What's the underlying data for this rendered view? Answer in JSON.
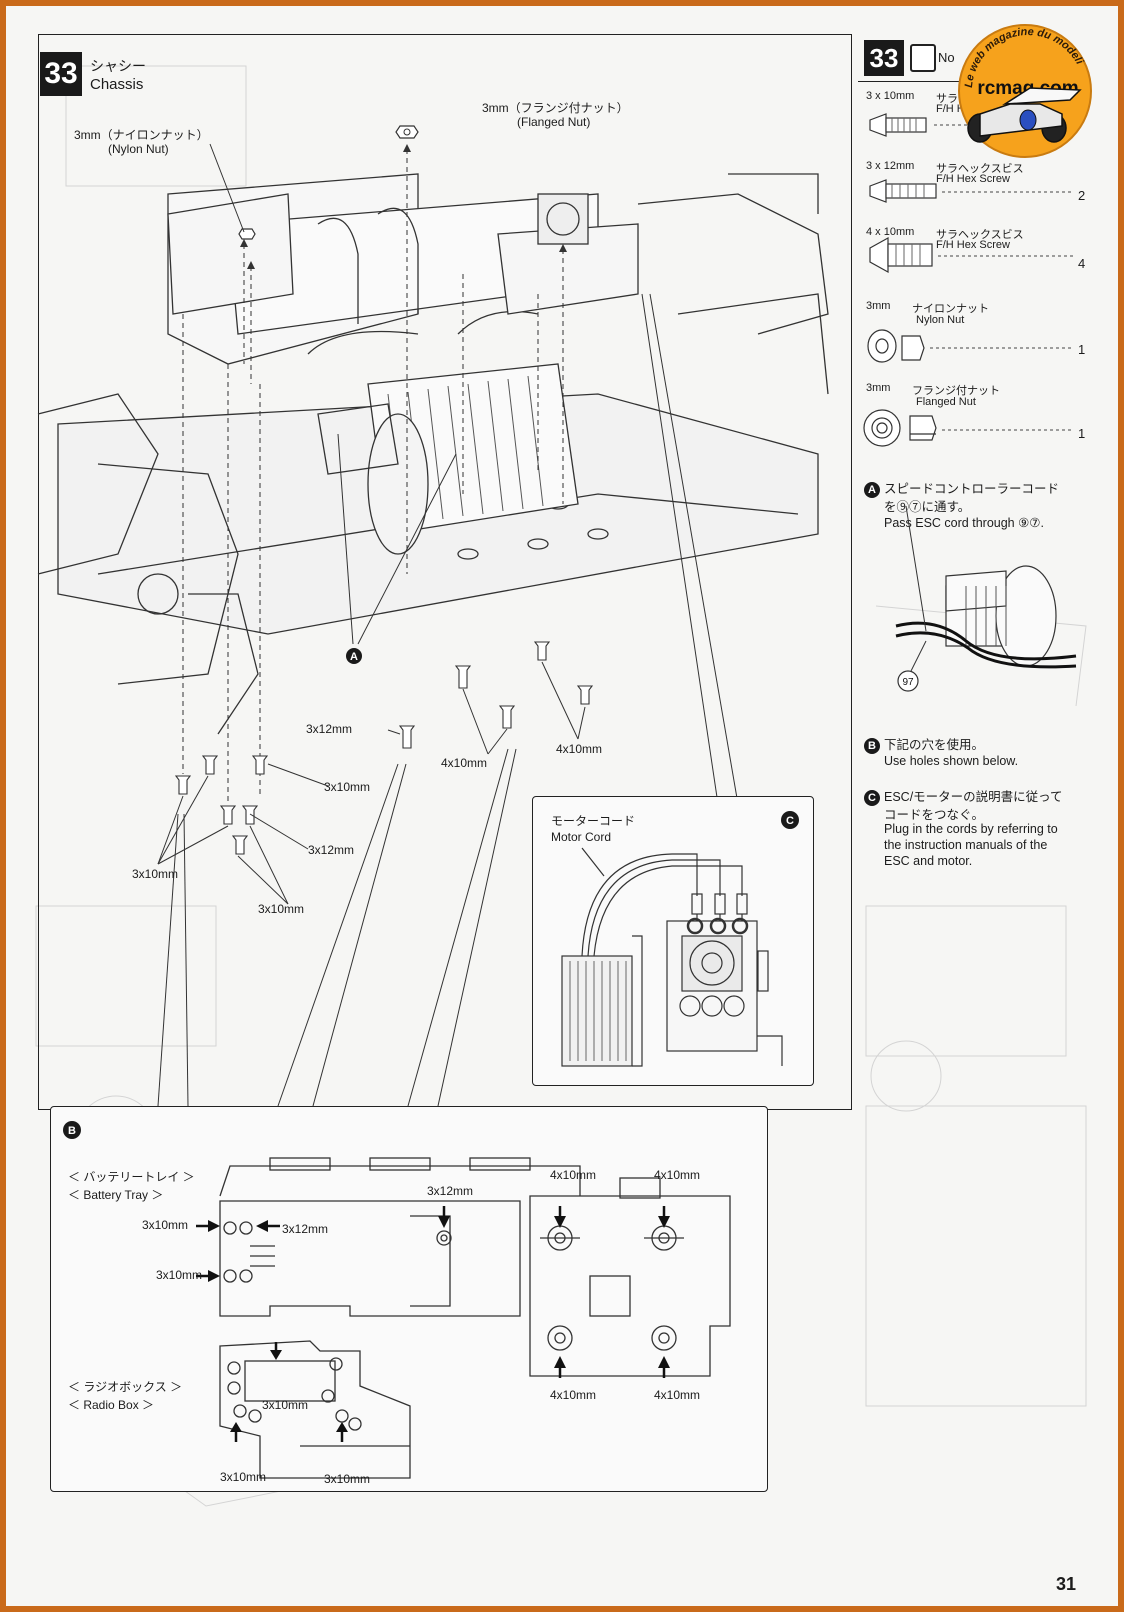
{
  "step": {
    "number": "33",
    "title_jp": "シャシー",
    "title_en": "Chassis"
  },
  "callouts": {
    "nylon_nut_jp": "3mm（ナイロンナット）",
    "nylon_nut_en": "(Nylon Nut)",
    "flanged_nut_jp": "3mm（フランジ付ナット）",
    "flanged_nut_en": "(Flanged Nut)",
    "marker_a": "A",
    "marker_b": "B",
    "marker_c": "C",
    "s_3x12_center": "3x12mm",
    "s_4x10_center": "4x10mm",
    "s_4x10_right": "4x10mm",
    "s_3x10_mid": "3x10mm",
    "s_3x12_left": "3x12mm",
    "s_3x10_left": "3x10mm",
    "s_3x10_bottom": "3x10mm"
  },
  "motor_detail": {
    "label_jp": "モーターコード",
    "label_en": "Motor Cord"
  },
  "parts_panel": {
    "step_number": "33",
    "bag_label": "No",
    "items": [
      {
        "size": "3 x 10mm",
        "name_jp": "サラヘックスビス",
        "name_en": "F/H Hex Screw",
        "qty": ""
      },
      {
        "size": "3 x 12mm",
        "name_jp": "サラヘックスビス",
        "name_en": "F/H Hex Screw",
        "qty": "2"
      },
      {
        "size": "4 x 10mm",
        "name_jp": "サラヘックスビス",
        "name_en": "F/H Hex Screw",
        "qty": "4"
      },
      {
        "size": "3mm",
        "name_jp": "ナイロンナット",
        "name_en": "Nylon Nut",
        "qty": "1"
      },
      {
        "size": "3mm",
        "name_jp": "フランジ付ナット",
        "name_en": "Flanged Nut",
        "qty": "1"
      }
    ]
  },
  "notes": {
    "a_marker": "A",
    "a_jp_1": "スピードコントローラーコード",
    "a_jp_2": "を⑨⑦に通す。",
    "a_en": "Pass ESC cord through ⑨⑦.",
    "a_ref": "97",
    "b_marker": "B",
    "b_jp": "下記の穴を使用。",
    "b_en": "Use holes shown below.",
    "c_marker": "C",
    "c_jp_1": "ESC/モーターの説明書に従って",
    "c_jp_2": "コードをつなぐ。",
    "c_en_1": "Plug in the cords by referring to",
    "c_en_2": "the instruction manuals of the",
    "c_en_3": "ESC and motor."
  },
  "detail_b": {
    "battery_jp": "＜ バッテリートレイ ＞",
    "battery_en": "＜ Battery Tray ＞",
    "radio_jp": "＜ ラジオボックス ＞",
    "radio_en": "＜ Radio Box ＞",
    "bt_3x10_a": "3x10mm",
    "bt_3x12_a": "3x12mm",
    "bt_3x10_b": "3x10mm",
    "bt_3x12_b": "3x12mm",
    "esc_4x10_tl": "4x10mm",
    "esc_4x10_tr": "4x10mm",
    "esc_4x10_bl": "4x10mm",
    "esc_4x10_br": "4x10mm",
    "rb_3x10_mid": "3x10mm",
    "rb_3x10_l": "3x10mm",
    "rb_3x10_r": "3x10mm"
  },
  "watermark": {
    "site": "rcmag.com",
    "tagline": "Le web magazine du modelisme"
  },
  "page_number": "31"
}
